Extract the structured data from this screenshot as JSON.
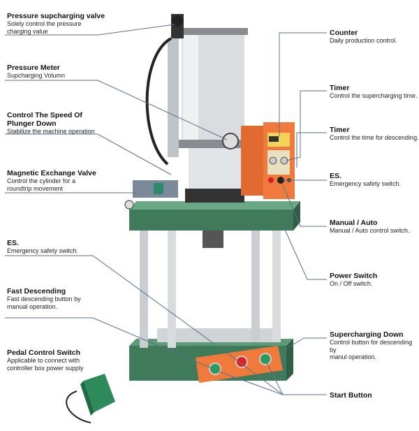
{
  "left_labels": [
    {
      "title": "Pressure supcharging valve",
      "desc": [
        "Solely control the pressure",
        "charging value"
      ]
    },
    {
      "title": "Pressure Meter",
      "desc": [
        "Supcharging Volumn"
      ]
    },
    {
      "title": "Control The Speed Of",
      "title2": "Plunger Down",
      "desc": [
        "Stabilize the machine operation"
      ]
    },
    {
      "title": "Magnetic Exchange Valve",
      "desc": [
        "Control  the cylinder for a",
        "roundtrip movement"
      ]
    },
    {
      "title": "ES.",
      "desc": [
        "Emergency safety switch."
      ]
    },
    {
      "title": "Fast Descending",
      "desc": [
        "Fast descending button by",
        "manual operation."
      ]
    },
    {
      "title": "Pedal Control Switch",
      "desc": [
        "Applicable to connect with",
        "controller box power supply"
      ]
    }
  ],
  "right_labels": [
    {
      "title": "Counter",
      "desc": [
        "Daily production control."
      ]
    },
    {
      "title": "Timer",
      "desc": [
        "Control the supercharging time."
      ]
    },
    {
      "title": "Timer",
      "desc": [
        "Control the time for descending."
      ]
    },
    {
      "title": "ES.",
      "desc": [
        "Emergency safety switch."
      ]
    },
    {
      "title": "Manual / Auto",
      "desc": [
        "Manual / Auto control switch."
      ]
    },
    {
      "title": "Power Switch",
      "desc": [
        "On / Off switch."
      ]
    },
    {
      "title": "Supercharging Down",
      "desc": [
        "Control button for descending by",
        "manul operation."
      ]
    },
    {
      "title": "Start Button",
      "desc": []
    }
  ],
  "colors": {
    "frame_green": "#3f7a5a",
    "panel_orange": "#e8743a",
    "leader": "#5a6f8a"
  }
}
